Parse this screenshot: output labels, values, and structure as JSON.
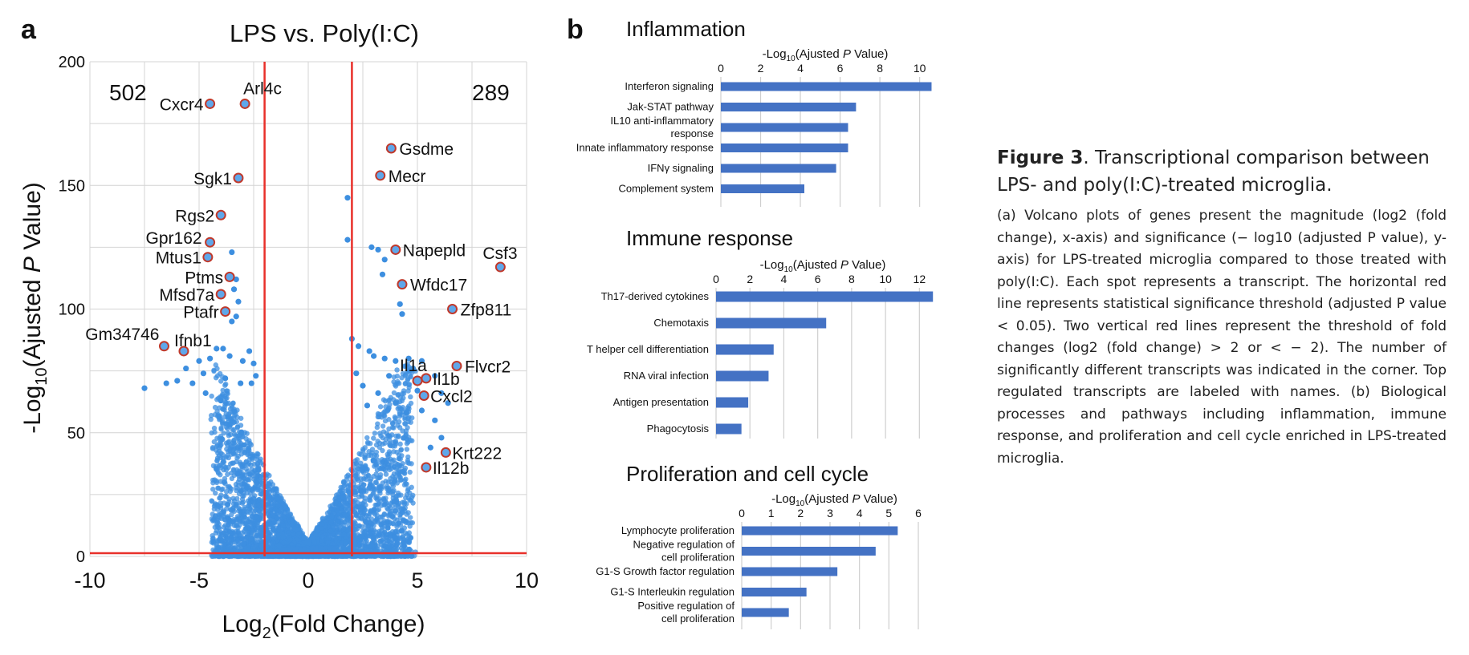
{
  "panels": {
    "a": {
      "letter": "a",
      "counts": {
        "down": "502",
        "up": "289"
      }
    },
    "b": {
      "letter": "b"
    }
  },
  "chart_data": [
    {
      "type": "scatter",
      "title": "LPS vs. Poly(I:C)",
      "xlabel": "Log2(Fold Change)",
      "ylabel": "-Log10(Ajusted P Value)",
      "xlim": [
        -10,
        10
      ],
      "ylim": [
        0,
        200
      ],
      "x_ticks": [
        -10,
        -5,
        0,
        5,
        10
      ],
      "y_ticks": [
        0,
        50,
        100,
        150,
        200
      ],
      "grid": true,
      "point_color": "#3d8fe0",
      "highlight_color": "#c0392b",
      "threshold_color": "#e8302a",
      "thresholds": {
        "x": [
          -2,
          2
        ],
        "y": 1.3
      },
      "labeled_points": [
        {
          "label": "Arl4c",
          "x": -2.9,
          "y": 183
        },
        {
          "label": "Cxcr4",
          "x": -4.5,
          "y": 183
        },
        {
          "label": "Sgk1",
          "x": -3.2,
          "y": 153
        },
        {
          "label": "Rgs2",
          "x": -4.0,
          "y": 138
        },
        {
          "label": "Gpr162",
          "x": -4.5,
          "y": 127
        },
        {
          "label": "Mtus1",
          "x": -4.6,
          "y": 121
        },
        {
          "label": "Ptms",
          "x": -3.6,
          "y": 113
        },
        {
          "label": "Mfsd7a",
          "x": -4.0,
          "y": 106
        },
        {
          "label": "Ptafr",
          "x": -3.8,
          "y": 99
        },
        {
          "label": "Gm34746",
          "x": -6.6,
          "y": 85
        },
        {
          "label": "Ifnb1",
          "x": -5.7,
          "y": 83
        },
        {
          "label": "Gsdme",
          "x": 3.8,
          "y": 165
        },
        {
          "label": "Mecr",
          "x": 3.3,
          "y": 154
        },
        {
          "label": "Napepld",
          "x": 4.0,
          "y": 124
        },
        {
          "label": "Csf3",
          "x": 8.8,
          "y": 117
        },
        {
          "label": "Wfdc17",
          "x": 4.3,
          "y": 110
        },
        {
          "label": "Zfp811",
          "x": 6.6,
          "y": 100
        },
        {
          "label": "Flvcr2",
          "x": 6.8,
          "y": 77
        },
        {
          "label": "Il1a",
          "x": 5.0,
          "y": 71
        },
        {
          "label": "Il1b",
          "x": 5.4,
          "y": 72
        },
        {
          "label": "Cxcl2",
          "x": 5.3,
          "y": 65
        },
        {
          "label": "Krt222",
          "x": 6.3,
          "y": 42
        },
        {
          "label": "Il12b",
          "x": 5.4,
          "y": 36
        }
      ],
      "background_points": [
        [
          -7.5,
          68
        ],
        [
          -6.5,
          70
        ],
        [
          -5.6,
          76
        ],
        [
          -5.0,
          79
        ],
        [
          -4.5,
          80
        ],
        [
          -4.2,
          84
        ],
        [
          -3.9,
          84
        ],
        [
          -3.6,
          81
        ],
        [
          -3.5,
          95
        ],
        [
          -3.3,
          97
        ],
        [
          -3.2,
          103
        ],
        [
          -3.3,
          112
        ],
        [
          -3.5,
          123
        ],
        [
          -3.4,
          108
        ],
        [
          -4.8,
          74
        ],
        [
          -5.3,
          70
        ],
        [
          -6.0,
          71
        ],
        [
          -4.7,
          66
        ],
        [
          -3.8,
          72
        ],
        [
          -3.0,
          79
        ],
        [
          -2.7,
          83
        ],
        [
          -2.5,
          78
        ],
        [
          -2.6,
          70
        ],
        [
          -2.4,
          73
        ],
        [
          -3.1,
          70
        ],
        [
          -4.0,
          63
        ],
        [
          1.8,
          145
        ],
        [
          1.8,
          128
        ],
        [
          2.0,
          88
        ],
        [
          2.3,
          85
        ],
        [
          2.8,
          83
        ],
        [
          3.0,
          81
        ],
        [
          3.5,
          80
        ],
        [
          2.9,
          125
        ],
        [
          3.2,
          124
        ],
        [
          3.5,
          120
        ],
        [
          3.4,
          114
        ],
        [
          4.2,
          102
        ],
        [
          4.3,
          98
        ],
        [
          4.0,
          79
        ],
        [
          4.6,
          80
        ],
        [
          4.8,
          76
        ],
        [
          5.2,
          79
        ],
        [
          5.8,
          73
        ],
        [
          5.0,
          67
        ],
        [
          6.1,
          66
        ],
        [
          6.4,
          62
        ],
        [
          5.2,
          59
        ],
        [
          5.8,
          55
        ],
        [
          4.5,
          58
        ],
        [
          3.7,
          73
        ],
        [
          2.5,
          69
        ],
        [
          2.2,
          74
        ],
        [
          6.1,
          48
        ],
        [
          5.6,
          44
        ],
        [
          4.0,
          62
        ],
        [
          3.2,
          66
        ],
        [
          2.7,
          61
        ]
      ]
    },
    {
      "type": "bar",
      "orientation": "horizontal",
      "title": "Inflammation",
      "xlabel": "-Log10(Ajusted P Value)",
      "xlim": [
        0,
        10.5
      ],
      "x_ticks": [
        0,
        2,
        4,
        6,
        8,
        10
      ],
      "bar_color": "#4472c4",
      "categories": [
        [
          "Interferon signaling"
        ],
        [
          "Jak-STAT pathway"
        ],
        [
          "IL10 anti-inflammatory",
          "response"
        ],
        [
          "Innate inflammatory response"
        ],
        [
          "IFNγ signaling"
        ],
        [
          "Complement system"
        ]
      ],
      "values": [
        10.6,
        6.8,
        6.4,
        6.4,
        5.8,
        4.2
      ]
    },
    {
      "type": "bar",
      "orientation": "horizontal",
      "title": "Immune response",
      "xlabel": "-Log10(Ajusted P Value)",
      "xlim": [
        0,
        12.6
      ],
      "x_ticks": [
        0,
        2,
        4,
        6,
        8,
        10,
        12
      ],
      "bar_color": "#4472c4",
      "categories": [
        [
          "Th17-derived cytokines"
        ],
        [
          "Chemotaxis"
        ],
        [
          "T helper cell differentiation"
        ],
        [
          "RNA viral infection"
        ],
        [
          "Antigen presentation"
        ],
        [
          "Phagocytosis"
        ]
      ],
      "values": [
        12.8,
        6.5,
        3.4,
        3.1,
        1.9,
        1.5
      ]
    },
    {
      "type": "bar",
      "orientation": "horizontal",
      "title": "Proliferation and cell cycle",
      "xlabel": "-Log10(Ajusted P Value)",
      "xlim": [
        0,
        6.3
      ],
      "x_ticks": [
        0,
        1,
        2,
        3,
        4,
        5,
        6
      ],
      "bar_color": "#4472c4",
      "categories": [
        [
          "Lymphocyte proliferation"
        ],
        [
          "Negative regulation of",
          "cell proliferation"
        ],
        [
          "G1-S Growth factor regulation"
        ],
        [
          "G1-S Interleukin regulation"
        ],
        [
          "Positive regulation of",
          "cell proliferation"
        ]
      ],
      "values": [
        5.3,
        4.55,
        3.25,
        2.2,
        1.6
      ]
    }
  ],
  "caption": {
    "figure_label": "Figure 3",
    "heading_rest": ". Transcriptional comparison between LPS- and poly(I:C)-treated microglia.",
    "body": "(a) Volcano plots of genes present the magnitude (log2 (fold change), x-axis) and significance (− log10 (adjusted P value), y-axis) for LPS-treated microglia compared to those treated with poly(I:C). Each spot represents a transcript. The horizontal red line represents statistical significance threshold (adjusted P value < 0.05). Two vertical red lines represent the threshold of fold changes (log2 (fold change) > 2 or < − 2). The number of significantly different transcripts was indicated in the corner. Top regulated transcripts are labeled with names. (b) Biological processes and pathways including inflammation, immune response, and proliferation and cell cycle enriched in LPS-treated microglia."
  }
}
